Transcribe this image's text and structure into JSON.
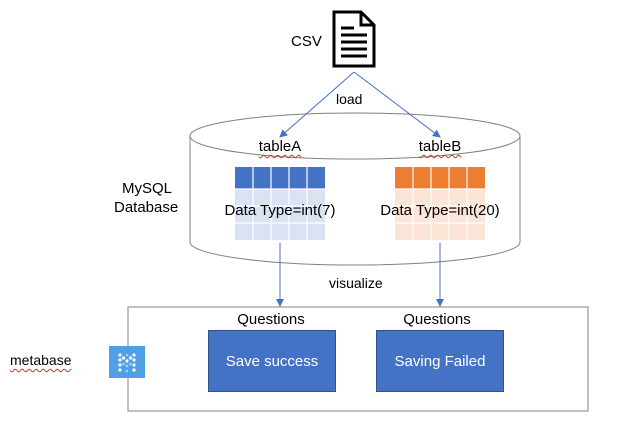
{
  "source": {
    "label": "CSV",
    "icon": "document-icon"
  },
  "load_label": "load",
  "database": {
    "label_line1": "MySQL",
    "label_line2": "Database",
    "tables": [
      {
        "name": "tableA",
        "data_type": "Data Type=int(7)",
        "color": "#4472c4",
        "body_color": "#dae3f3"
      },
      {
        "name": "tableB",
        "data_type": "Data Type=int(20)",
        "color": "#ed7d31",
        "body_color": "#fbe5d6"
      }
    ]
  },
  "visualize_label": "visualize",
  "metabase": {
    "label": "metabase",
    "logo_icon": "metabase-logo-icon",
    "logo_color": "#509ee3",
    "questions": [
      {
        "heading": "Questions",
        "result": "Save success"
      },
      {
        "heading": "Questions",
        "result": "Saving Failed"
      }
    ]
  },
  "colors": {
    "arrow": "#4472c4",
    "box": "#4472c4",
    "outline": "#808080"
  }
}
